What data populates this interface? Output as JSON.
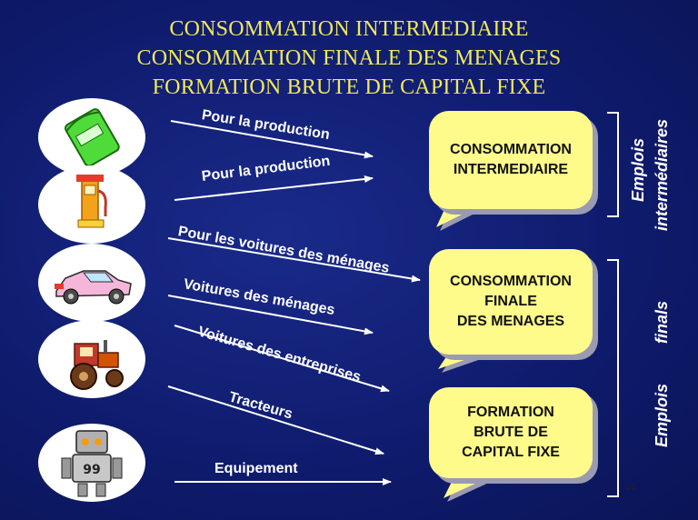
{
  "title": {
    "line1": "CONSOMMATION INTERMEDIAIRE",
    "line2": "CONSOMMATION FINALE DES MENAGES",
    "line3": "FORMATION BRUTE DE CAPITAL FIXE"
  },
  "flows": {
    "production_1": "Pour la production",
    "production_2": "Pour la production",
    "voitures_menages_1": "Pour les voitures des ménages",
    "voitures_menages_2": "Voitures des ménages",
    "voitures_entreprises": "Voitures des entreprises",
    "tracteurs": "Tracteurs",
    "equipement": "Equipement"
  },
  "boxes": {
    "ci_line1": "CONSOMMATION",
    "ci_line2": "INTERMEDIAIRE",
    "cf_line1": "CONSOMMATION",
    "cf_line2": "FINALE",
    "cf_line3": "DES MENAGES",
    "fbcf_line1": "FORMATION",
    "fbcf_line2": "BRUTE DE",
    "fbcf_line3": "CAPITAL FIXE"
  },
  "side_labels": {
    "intermediaires_1": "Emplois",
    "intermediaires_2": "intermédiaires",
    "finals_1": "Emplois",
    "finals_2": "finals"
  },
  "page_number": "21",
  "icons": [
    "fertilizer-bag-icon",
    "fuel-pump-icon",
    "car-icon",
    "tractor-icon",
    "robot-icon"
  ],
  "colors": {
    "title": "#f2e85a",
    "bubble": "#fffb8a",
    "background": "#0f1c6e"
  }
}
